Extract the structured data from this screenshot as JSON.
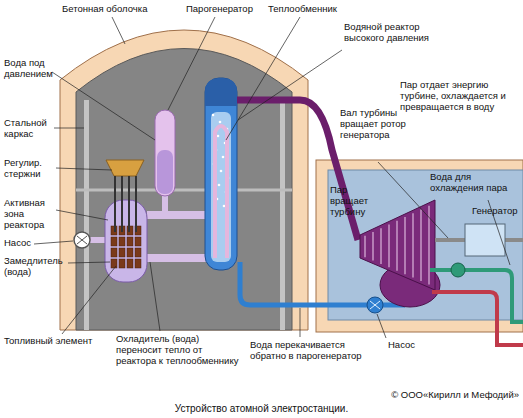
{
  "diagram": {
    "caption": "Устройство атомной электростанции.",
    "labels": [
      "Бетонная оболочка",
      "Парогенератор",
      "Теплообменник",
      "Водяной реактор высокого давления",
      "Вода под давлением",
      "Пар отдает энергию турбине, охлаждается и превращается в воду",
      "Стальной каркас",
      "Вал турбины вращает ротор генератора",
      "Регулир. стержни",
      "Вода для охлаждения пара",
      "Пар вращает турбину",
      "Генератор",
      "Активная зона реактора",
      "Насос",
      "Замедлитель (вода)",
      "Топливный элемент",
      "Охладитель (вода) переносит тепло от реактора к теплообменнику",
      "Вода перекачивается обратно в парогенератор",
      "Насос",
      "© ООО«Кирилл и Мефодий»"
    ]
  }
}
